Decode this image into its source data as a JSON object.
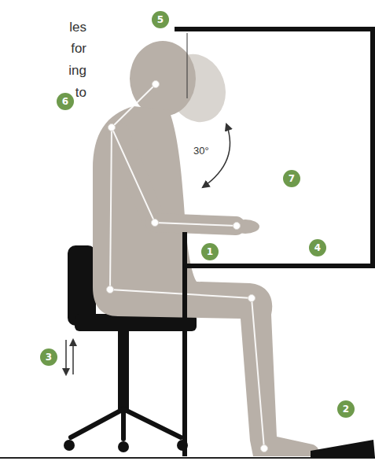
{
  "diagram": {
    "nodes": [
      {
        "text": [
          "5"
        ]
      },
      {
        "text": [
          "6"
        ]
      },
      {
        "text": [
          "7"
        ]
      },
      {
        "text": [
          "4"
        ]
      },
      {
        "text": [
          "1"
        ]
      },
      {
        "text": [
          "3"
        ]
      },
      {
        "text": [
          "2"
        ]
      }
    ],
    "labels": [
      "les",
      "for",
      "ing",
      "to",
      "30°"
    ]
  }
}
